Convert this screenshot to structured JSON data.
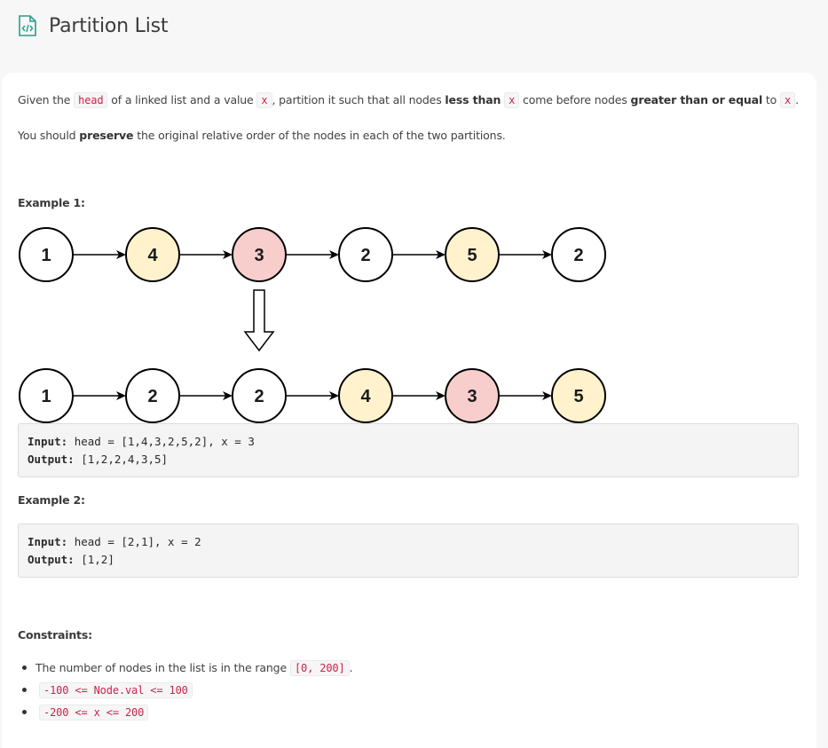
{
  "header": {
    "title": "Partition List",
    "icon": "code-file-icon"
  },
  "description": {
    "p1": [
      {
        "t": "Given the "
      },
      {
        "c": "head"
      },
      {
        "t": " of a linked list and a value "
      },
      {
        "c": "x"
      },
      {
        "t": ", partition it such that all nodes "
      },
      {
        "b": "less than"
      },
      {
        "t": " "
      },
      {
        "c": "x"
      },
      {
        "t": " come before nodes "
      },
      {
        "b": "greater than or equal"
      },
      {
        "t": " to "
      },
      {
        "c": "x"
      },
      {
        "t": "."
      }
    ],
    "p2": [
      {
        "t": "You should "
      },
      {
        "b": "preserve"
      },
      {
        "t": " the original relative order of the nodes in each of the two partitions."
      }
    ]
  },
  "examples": [
    {
      "title": "Example 1:",
      "input_label": "Input:",
      "input_value": "head = [1,4,3,2,5,2], x = 3",
      "output_label": "Output:",
      "output_value": "[1,2,2,4,3,5]"
    },
    {
      "title": "Example 2:",
      "input_label": "Input:",
      "input_value": "head = [2,1], x = 2",
      "output_label": "Output:",
      "output_value": "[1,2]"
    }
  ],
  "diagram": {
    "colors": {
      "less": "#ffffff",
      "greater": "#fff2cc",
      "pivot": "#f8cecc",
      "stroke": "#000000"
    },
    "top_row": [
      {
        "v": "1",
        "kind": "less"
      },
      {
        "v": "4",
        "kind": "greater"
      },
      {
        "v": "3",
        "kind": "pivot"
      },
      {
        "v": "2",
        "kind": "less"
      },
      {
        "v": "5",
        "kind": "greater"
      },
      {
        "v": "2",
        "kind": "less"
      }
    ],
    "bottom_row": [
      {
        "v": "1",
        "kind": "less"
      },
      {
        "v": "2",
        "kind": "less"
      },
      {
        "v": "2",
        "kind": "less"
      },
      {
        "v": "4",
        "kind": "greater"
      },
      {
        "v": "3",
        "kind": "pivot"
      },
      {
        "v": "5",
        "kind": "greater"
      }
    ]
  },
  "constraints": {
    "title": "Constraints:",
    "items": [
      [
        {
          "t": "The number of nodes in the list is in the range "
        },
        {
          "c": "[0, 200]"
        },
        {
          "t": "."
        }
      ],
      [
        {
          "c": "-100 <= Node.val <= 100"
        }
      ],
      [
        {
          "c": "-200 <= x <= 200"
        }
      ]
    ]
  }
}
